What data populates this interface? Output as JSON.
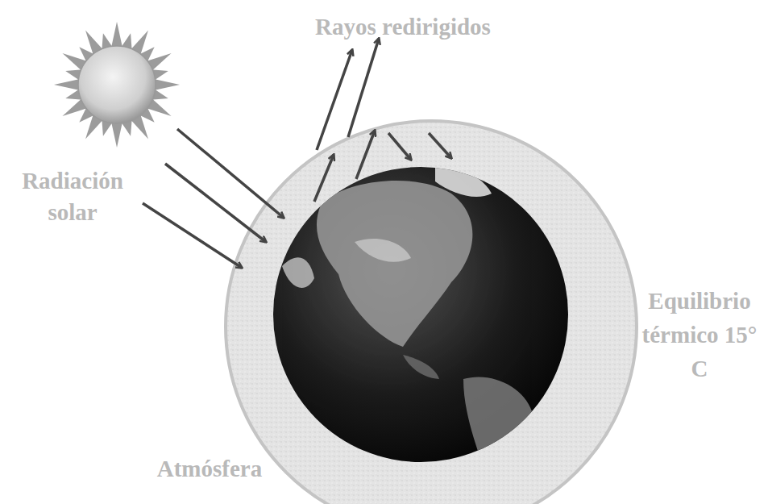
{
  "diagram": {
    "labels": [
      "Rayos redirigidos",
      "Radiación solar",
      "Equilibrio térmico 15° C",
      "Atmósfera"
    ]
  }
}
